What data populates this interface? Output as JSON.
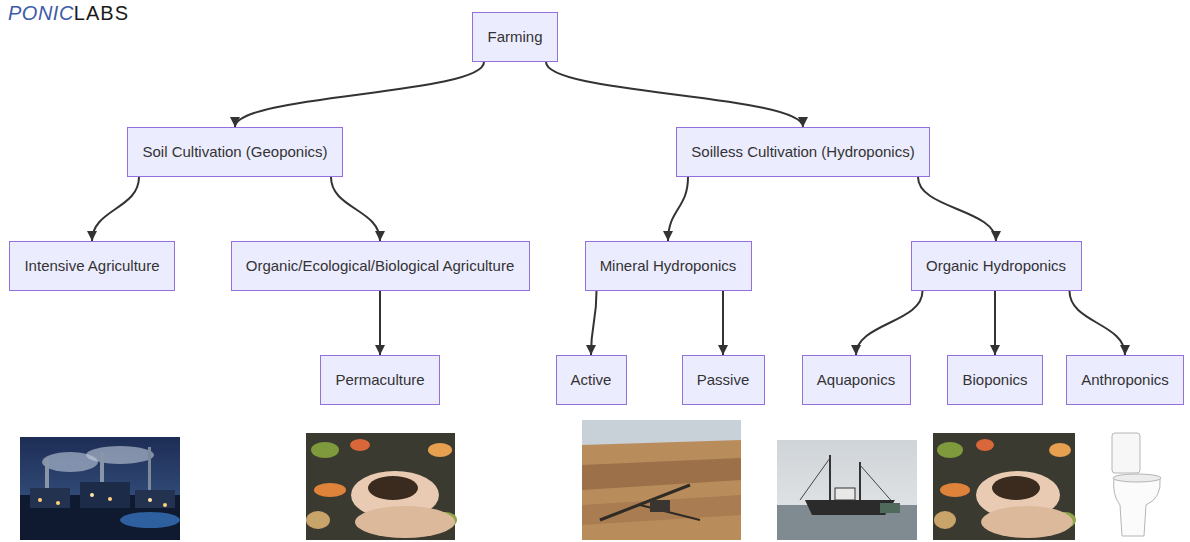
{
  "diagram": {
    "nodes": [
      {
        "text": [
          "Farming"
        ]
      },
      {
        "text": [
          "Soil Cultivation (Geoponics)"
        ]
      },
      {
        "text": [
          "Soilless Cultivation (Hydroponics)"
        ]
      },
      {
        "text": [
          "Intensive Agriculture"
        ]
      },
      {
        "text": [
          "Organic/Ecological/Biological Agriculture"
        ]
      },
      {
        "text": [
          "Mineral Hydroponics"
        ]
      },
      {
        "text": [
          "Organic Hydroponics"
        ]
      },
      {
        "text": [
          "Permaculture"
        ]
      },
      {
        "text": [
          "Active"
        ]
      },
      {
        "text": [
          "Passive"
        ]
      },
      {
        "text": [
          "Aquaponics"
        ]
      },
      {
        "text": [
          "Bioponics"
        ]
      },
      {
        "text": [
          "Anthroponics"
        ]
      }
    ],
    "edges": [
      {
        "from": 0,
        "to": 1,
        "arrow": "to"
      },
      {
        "from": 0,
        "to": 2,
        "arrow": "to"
      },
      {
        "from": 1,
        "to": 3,
        "arrow": "to"
      },
      {
        "from": 1,
        "to": 4,
        "arrow": "to"
      },
      {
        "from": 4,
        "to": 7,
        "arrow": "to"
      },
      {
        "from": 2,
        "to": 5,
        "arrow": "to"
      },
      {
        "from": 2,
        "to": 6,
        "arrow": "to"
      },
      {
        "from": 5,
        "to": 8,
        "arrow": "to"
      },
      {
        "from": 5,
        "to": 9,
        "arrow": "to"
      },
      {
        "from": 6,
        "to": 10,
        "arrow": "to"
      },
      {
        "from": 6,
        "to": 11,
        "arrow": "to"
      },
      {
        "from": 6,
        "to": 12,
        "arrow": "to"
      }
    ],
    "labels": [
      "PONIC",
      "LABS"
    ]
  }
}
